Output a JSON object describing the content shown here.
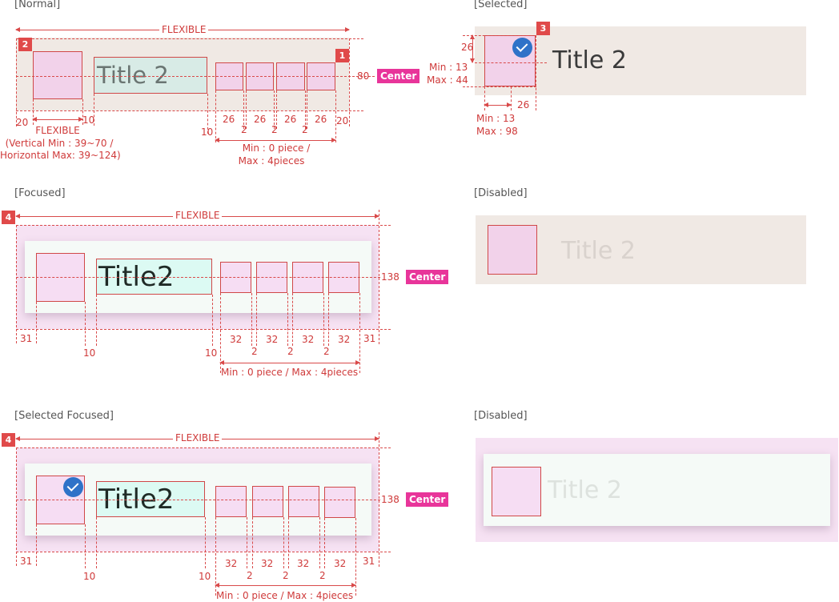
{
  "sections": {
    "normal": "[Normal]",
    "selected": "[Selected]",
    "focused": "[Focused]",
    "disabled": "[Disabled]",
    "selected_focused": "[Selected Focused]",
    "disabled2": "[Disabled]"
  },
  "titles": {
    "normal": "Title 2",
    "selected": "Title 2",
    "focused": "Title2",
    "disabled": "Title 2",
    "selected_focused": "Title2",
    "disabled2": "Title 2"
  },
  "labels": {
    "flexible": "FLEXIBLE",
    "center": "Center",
    "h80": "80",
    "h138": "138",
    "n20": "20",
    "n10": "10",
    "n26": "26",
    "n2": "2",
    "n31": "31",
    "n32": "32",
    "badge1": "1",
    "badge2": "2",
    "badge3": "3",
    "badge4": "4",
    "thumb_flex": "FLEXIBLE",
    "thumb_range_1": "(Vertical  Min : 39~70  /",
    "thumb_range_2": "Horizontal  Max: 39~124)",
    "pieces_normal_1": "Min : 0 piece  /",
    "pieces_normal_2": "Max : 4pieces",
    "pieces_focus": "Min : 0 piece  / Max : 4pieces",
    "sel_min13": "Min : 13",
    "sel_max44": "Max : 44",
    "sel_min13b": "Min : 13",
    "sel_max98": "Max : 98"
  },
  "colors": {
    "annotation": "#d94a4a",
    "badge": "#e04a4a",
    "center_tag": "#e8359a",
    "check": "#2f72c8",
    "normal_bg": "#f0e9e4",
    "focus_bg": "#f6e2f3"
  },
  "icons": {
    "check": "check-circle-icon"
  }
}
